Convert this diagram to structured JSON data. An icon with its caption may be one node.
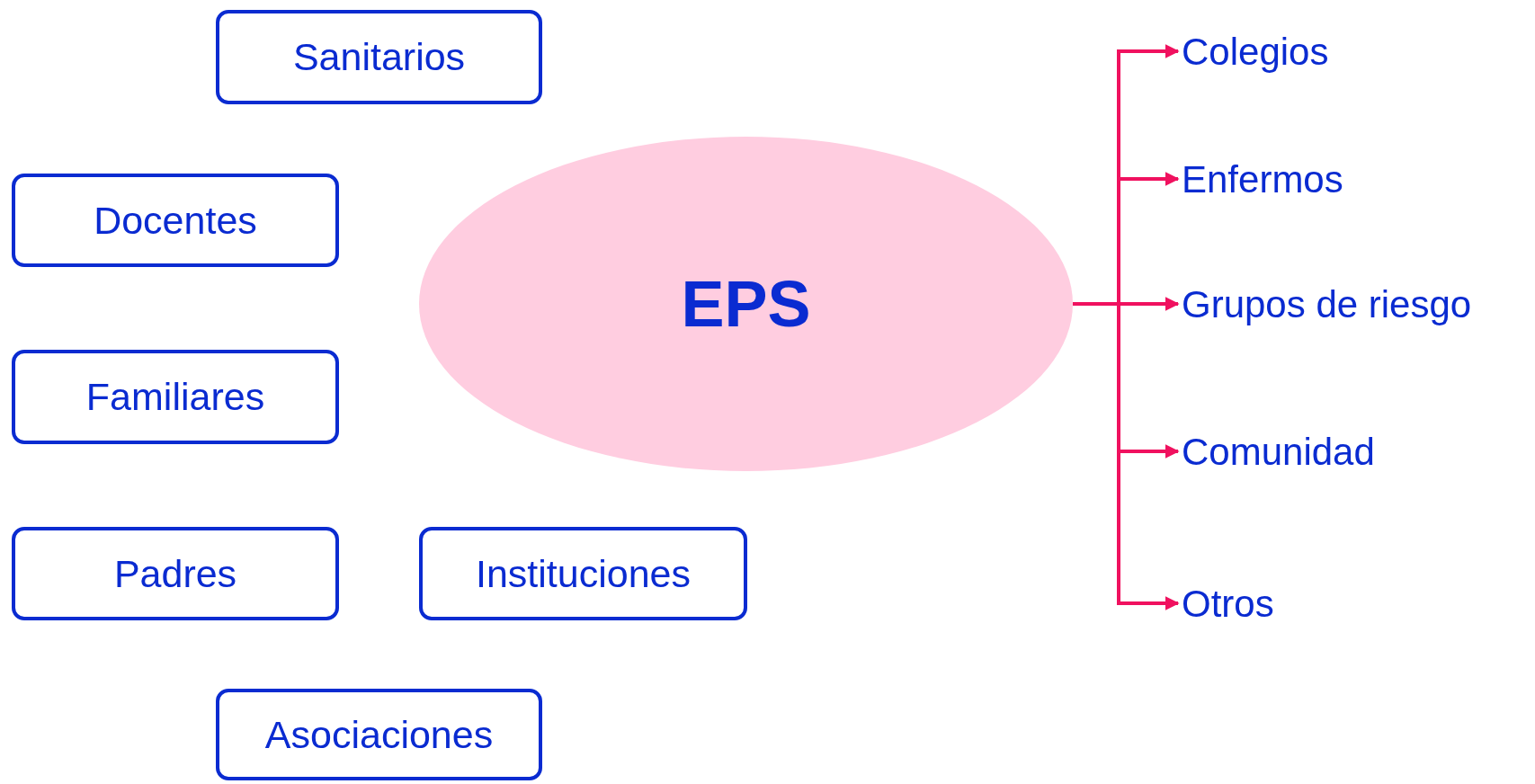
{
  "diagram": {
    "nodes": [
      {
        "text": [
          "Sanitarios"
        ]
      },
      {
        "text": [
          "Docentes"
        ]
      },
      {
        "text": [
          "Familiares"
        ]
      },
      {
        "text": [
          "Padres"
        ]
      },
      {
        "text": [
          "Instituciones"
        ]
      },
      {
        "text": [
          "Asociaciones"
        ]
      },
      {
        "text": [
          "EPS"
        ]
      },
      {
        "text": [
          "Colegios"
        ]
      },
      {
        "text": [
          "Enfermos"
        ]
      },
      {
        "text": [
          "Grupos de riesgo"
        ]
      },
      {
        "text": [
          "Comunidad"
        ]
      },
      {
        "text": [
          "Otros"
        ]
      }
    ],
    "edges": [
      {
        "from": 6,
        "to": 7,
        "arrow": "to"
      },
      {
        "from": 6,
        "to": 8,
        "arrow": "to"
      },
      {
        "from": 6,
        "to": 9,
        "arrow": "to"
      },
      {
        "from": 6,
        "to": 10,
        "arrow": "to"
      },
      {
        "from": 6,
        "to": 11,
        "arrow": "to"
      }
    ]
  }
}
